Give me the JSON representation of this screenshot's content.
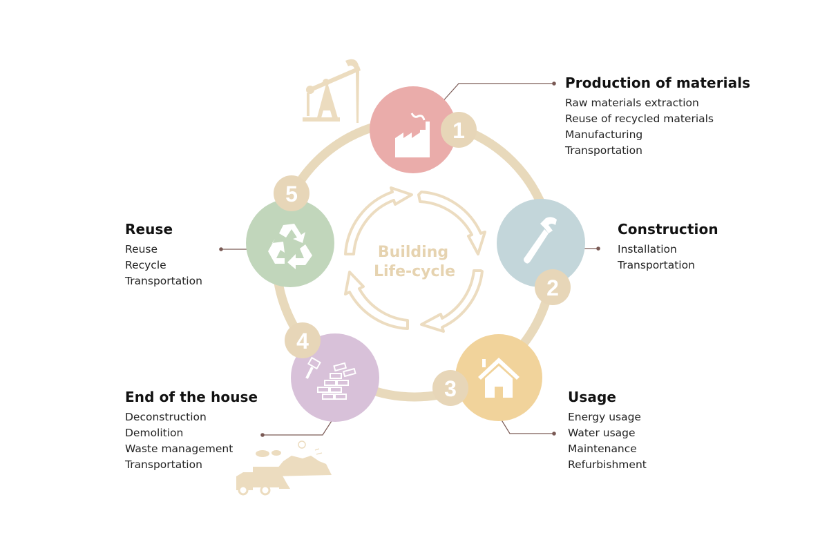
{
  "title": {
    "line1": "Building",
    "line2": "Life-cycle"
  },
  "colors": {
    "ring": "#e8d9bb",
    "badge": "#e7d6b8",
    "connector": "#7a5a55",
    "text": "#111111",
    "center_text": "#e6d3b0"
  },
  "stages": [
    {
      "number": "1",
      "title": "Production of materials",
      "items": [
        "Raw materials extraction",
        "Reuse of recycled materials",
        "Manufacturing",
        "Transportation"
      ],
      "icon": "factory-icon",
      "color": "#eaacaa"
    },
    {
      "number": "2",
      "title": "Construction",
      "items": [
        "Installation",
        "Transportation"
      ],
      "icon": "hammer-icon",
      "color": "#c3d6da"
    },
    {
      "number": "3",
      "title": "Usage",
      "items": [
        "Energy usage",
        "Water usage",
        "Maintenance",
        "Refurbishment"
      ],
      "icon": "house-icon",
      "color": "#f1d39b"
    },
    {
      "number": "4",
      "title": "End of the house",
      "items": [
        "Deconstruction",
        "Demolition",
        "Waste management",
        "Transportation"
      ],
      "icon": "bricks-demolition-icon",
      "color": "#d8c1d9"
    },
    {
      "number": "5",
      "title": "Reuse",
      "items": [
        "Reuse",
        "Recycle",
        "Transportation"
      ],
      "icon": "recycle-icon",
      "color": "#c1d6bb"
    }
  ],
  "decorations": {
    "top": "oil-pump-icon",
    "bottom": "garbage-truck-landfill-icon"
  }
}
